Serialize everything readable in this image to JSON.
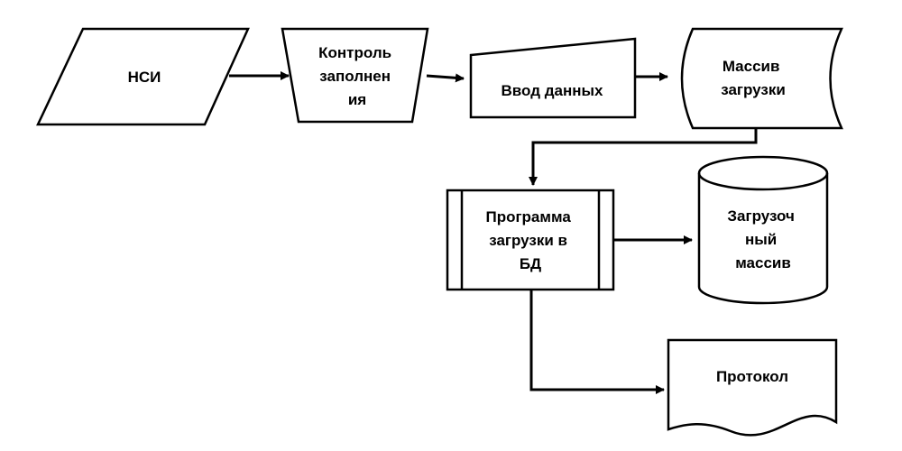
{
  "diagram": {
    "nodes": {
      "nsi": {
        "lines": [
          "НСИ"
        ]
      },
      "control": {
        "lines": [
          "Контроль",
          "заполнен",
          "ия"
        ]
      },
      "input": {
        "lines": [
          "Ввод данных"
        ]
      },
      "load_array": {
        "lines": [
          "Массив",
          "загрузки"
        ]
      },
      "program": {
        "lines": [
          "Программа",
          "загрузки в",
          "БД"
        ]
      },
      "load_storage": {
        "lines": [
          "Загрузоч",
          "ный",
          "массив"
        ]
      },
      "protocol": {
        "lines": [
          "Протокол"
        ]
      }
    },
    "edges": [
      {
        "from": "nsi",
        "to": "control"
      },
      {
        "from": "control",
        "to": "input"
      },
      {
        "from": "input",
        "to": "load_array"
      },
      {
        "from": "load_array",
        "to": "program"
      },
      {
        "from": "program",
        "to": "load_storage"
      },
      {
        "from": "program",
        "to": "protocol"
      }
    ]
  }
}
